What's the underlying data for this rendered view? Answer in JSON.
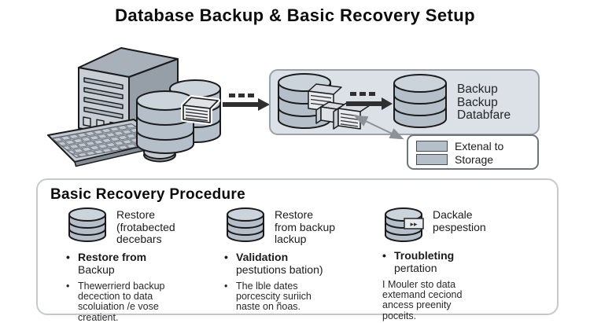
{
  "title": "Database Backup & Basic Recovery Setup",
  "colors": {
    "cylinder_body": "#b5bfca",
    "cylinder_top": "#ccd4db",
    "panel_fill": "#dce1e7",
    "panel_stroke": "#9aa1aa",
    "arrow_dark": "#2f2f2f",
    "arrow_gray": "#8d9298",
    "outline": "#1b1b1b"
  },
  "flow": {
    "backup_label": "Backup\nBackup\nDatabfare",
    "legend": {
      "items": [
        "Extenal to",
        "Storage"
      ]
    }
  },
  "procedure": {
    "title": "Basic Recovery Procedure",
    "bullet": "•",
    "columns": [
      {
        "heading": "Restore\n(frotabected\ndecebars",
        "point_bold": "Restore from",
        "point_rest": "Backup",
        "detail": "Thewerrierd backup\ndecection to data\nscoluiation /e vose\ncreatient."
      },
      {
        "heading": "Restore\nfrom backup\nlackup",
        "point_bold": "Validation",
        "point_rest": "pestutions bation)",
        "detail": "The lble dates\nporcescity suriich\nnaste on ñoas."
      },
      {
        "heading": "Dackale\npespestion",
        "point_bold": "Troubleting",
        "point_rest": "pertation",
        "detail": "I Mouler sto data\nextemand ceciond\nancess preenity\npoceits.",
        "icon_badge": "▸▸"
      }
    ]
  }
}
